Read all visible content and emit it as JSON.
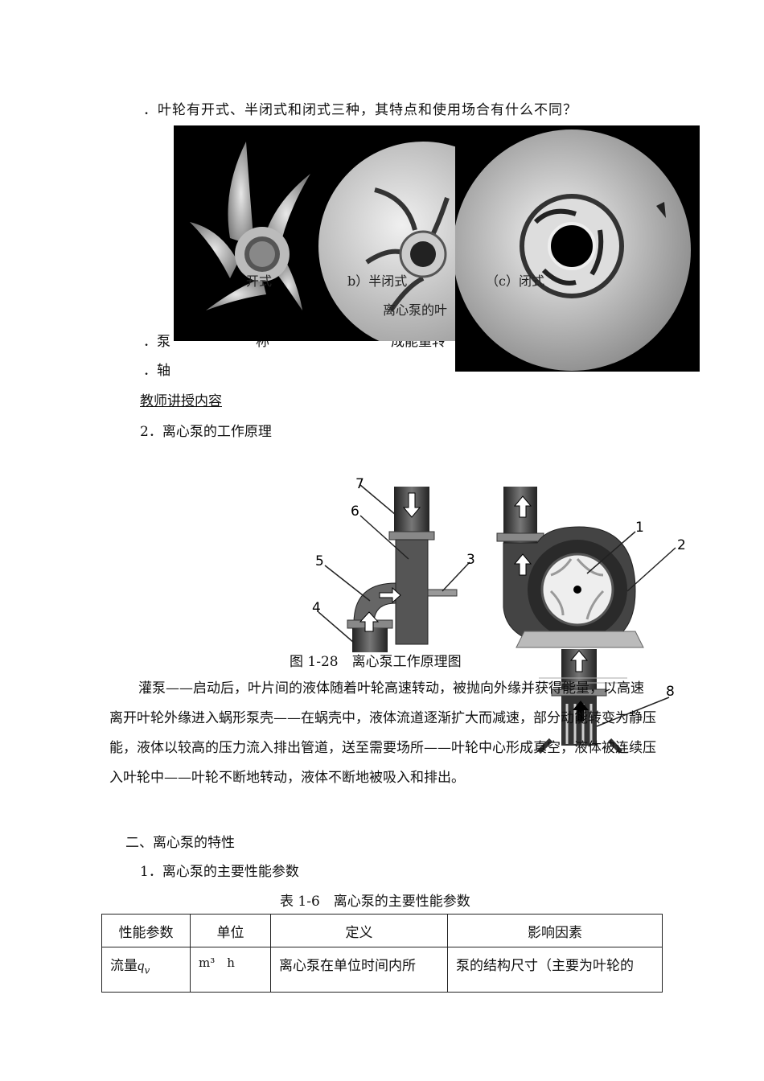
{
  "question1": "．叶轮有开式、半闭式和闭式三种，其特点和使用场合有什么不同？",
  "impeller_captions": {
    "a": "开式",
    "b": "b）半闭式",
    "c": "（c）闭式",
    "fig": "离心泵的叶"
  },
  "partial_lines": {
    "line1_start": "．泵",
    "line1_mid": "称",
    "line1_end": "成能量转",
    "line2_start": "．轴"
  },
  "teacher_heading": "教师讲授内容",
  "section_2": "2．离心泵的工作原理",
  "diagram_labels": [
    "7",
    "6",
    "5",
    "4",
    "3",
    "1",
    "2",
    "8"
  ],
  "figure_caption": "图 1-28　离心泵工作原理图",
  "body_paragraph": "灌泵——启动后，叶片间的液体随着叶轮高速转动，被抛向外缘并获得能量，以高速离开叶轮外缘进入蜗形泵壳——在蜗壳中，液体流道逐渐扩大而减速，部分动能转变为静压能，液体以较高的压力流入排出管道，送至需要场所——叶轮中心形成真空，液体被连续压入叶轮中——叶轮不断地转动，液体不断地被吸入和排出。",
  "section_two": "二、离心泵的特性",
  "subsection_1": "1．离心泵的主要性能参数",
  "table_caption": "表 1-6　离心泵的主要性能参数",
  "table": {
    "headers": [
      "性能参数",
      "单位",
      "定义",
      "影响因素"
    ],
    "rows": [
      {
        "param": "流量",
        "symbol": "q",
        "subscript": "v",
        "unit": "m³　h",
        "definition": "离心泵在单位时间内所",
        "factors": "泵的结构尺寸（主要为叶轮的"
      }
    ]
  }
}
